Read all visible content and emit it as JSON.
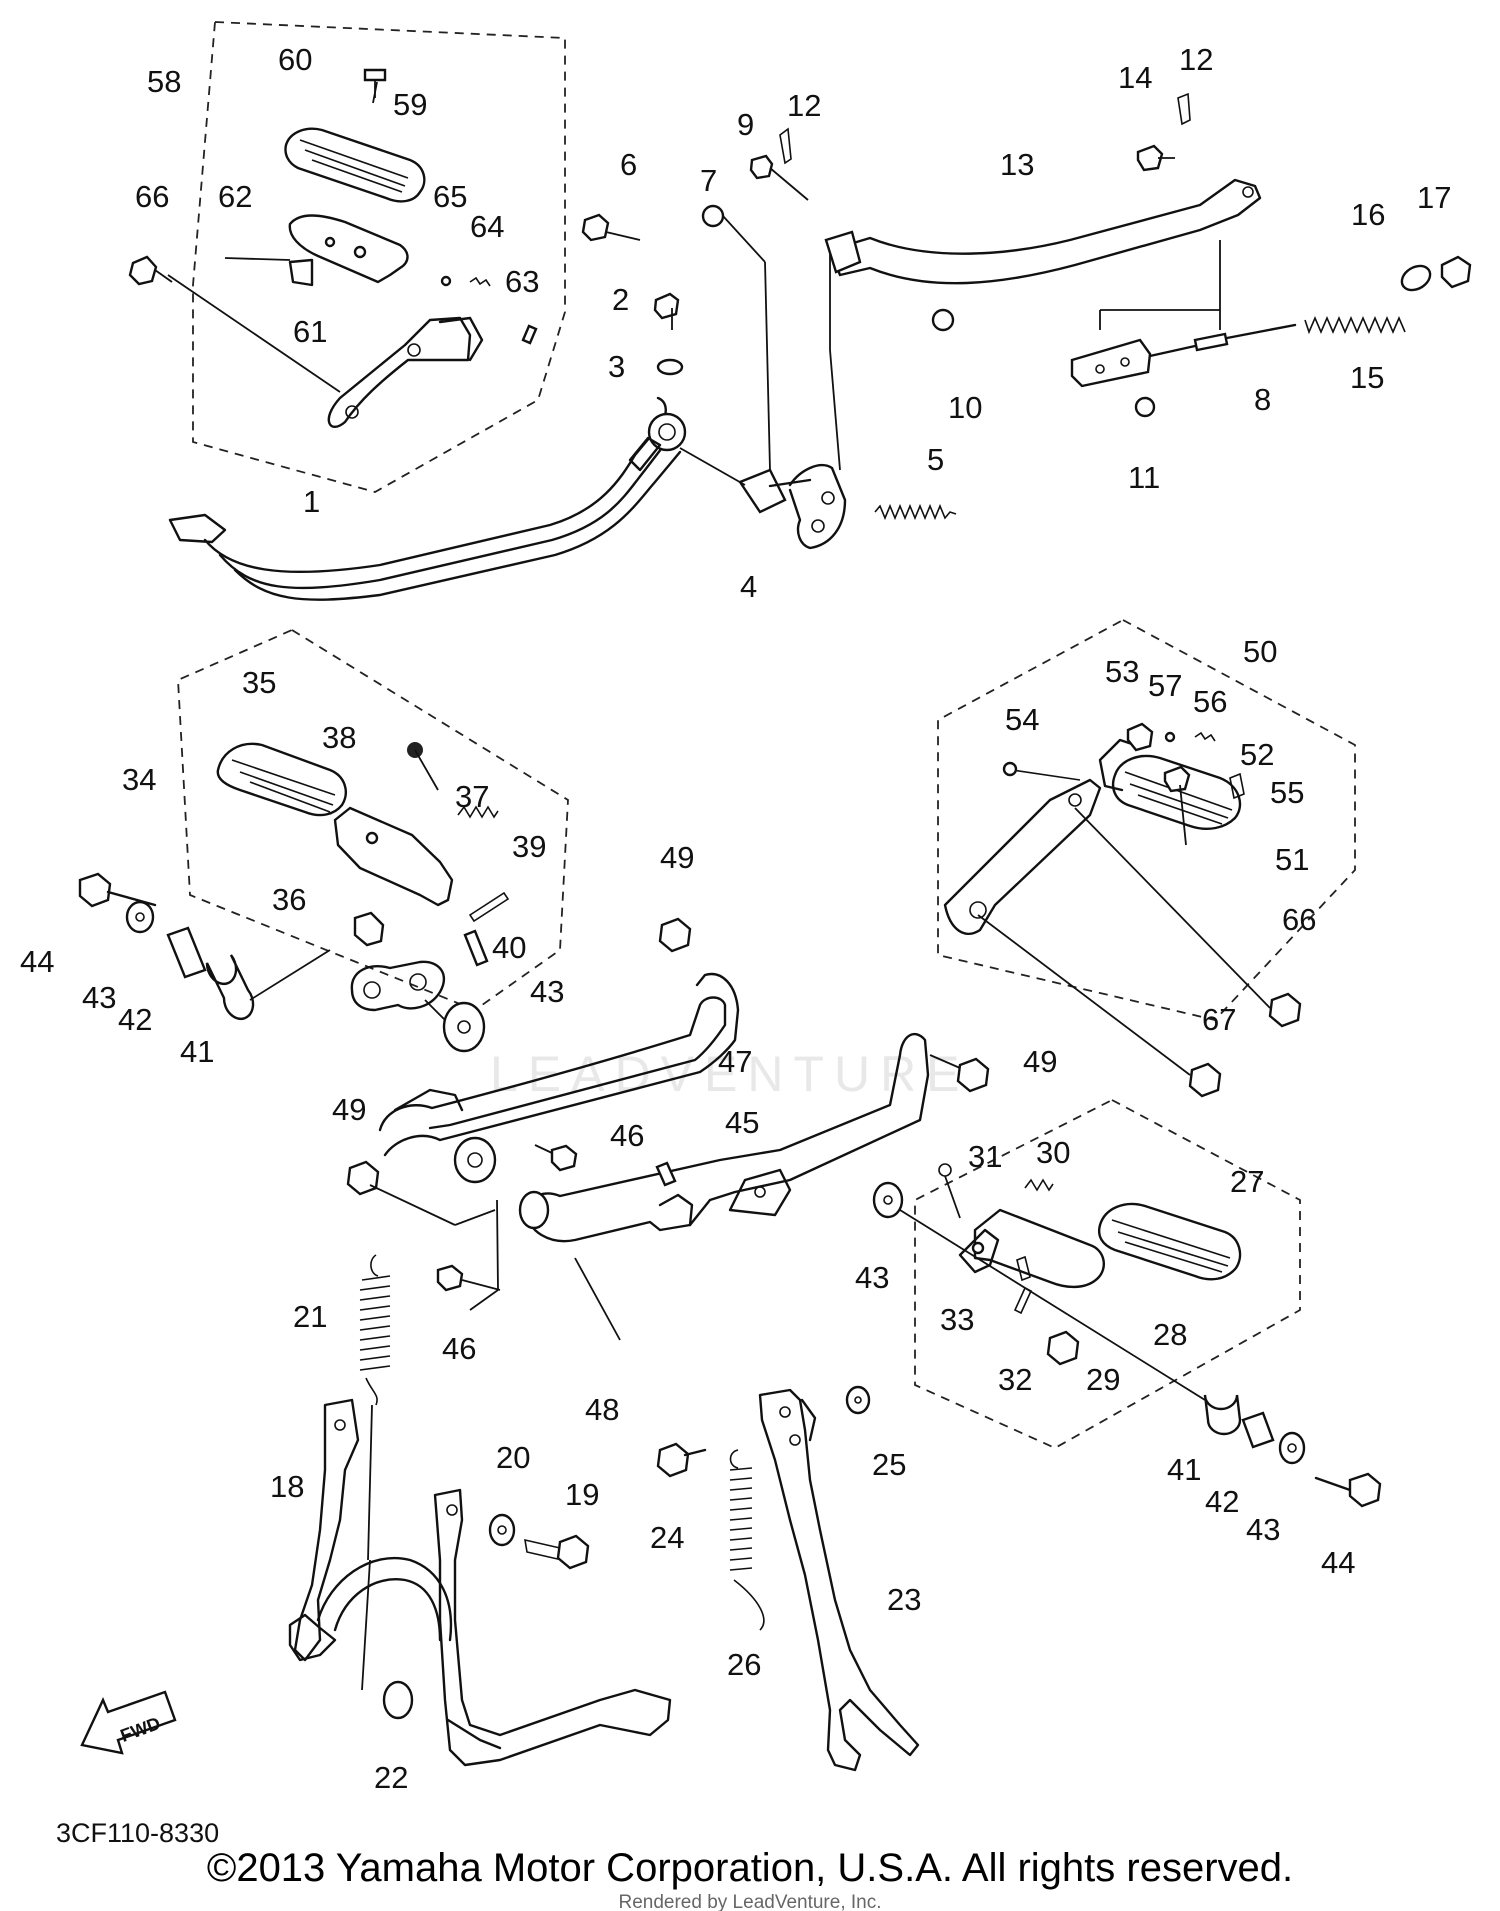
{
  "diagram": {
    "callouts": [
      "58",
      "60",
      "59",
      "66",
      "62",
      "65",
      "64",
      "63",
      "61",
      "6",
      "7",
      "12",
      "9",
      "13",
      "14",
      "12",
      "16",
      "17",
      "2",
      "3",
      "10",
      "15",
      "8",
      "11",
      "5",
      "4",
      "1",
      "35",
      "38",
      "34",
      "37",
      "39",
      "36",
      "40",
      "44",
      "43",
      "42",
      "41",
      "43",
      "49",
      "50",
      "53",
      "57",
      "56",
      "54",
      "52",
      "55",
      "51",
      "66",
      "67",
      "47",
      "49",
      "45",
      "46",
      "49",
      "27",
      "31",
      "30",
      "46",
      "43",
      "28",
      "33",
      "32",
      "29",
      "21",
      "48",
      "25",
      "41",
      "42",
      "43",
      "44",
      "20",
      "19",
      "24",
      "18",
      "26",
      "23",
      "22"
    ],
    "fwd_label": "FWD",
    "catalog_number": "3CF110-8330",
    "watermark": "LEADVENTURE"
  },
  "footer": {
    "copyright": "©2013 Yamaha Motor Corporation, U.S.A. All rights reserved.",
    "rendered_by": "Rendered by LeadVenture, Inc."
  }
}
